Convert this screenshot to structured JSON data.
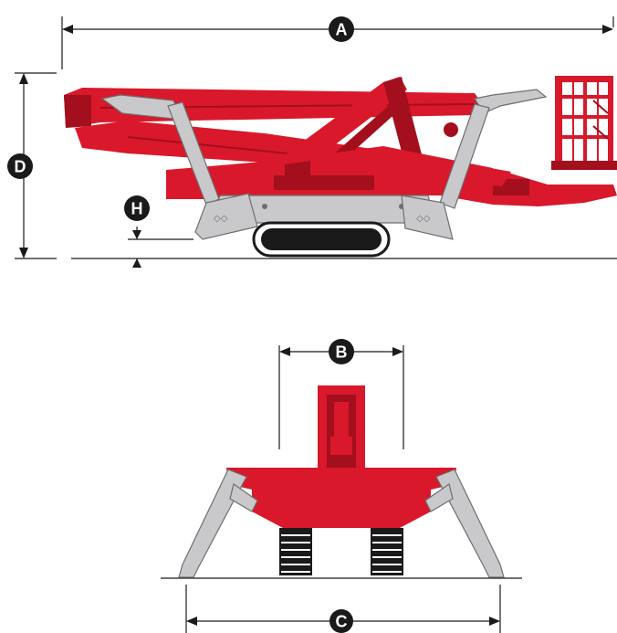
{
  "diagram": {
    "colors": {
      "body_red": "#d9182b",
      "dark_red": "#a30f1d",
      "gray_leg": "#c9c9cb",
      "gray_dark": "#6e6e70",
      "line": "#1a1a1a",
      "badge_fill": "#1a1a1a",
      "badge_text": "#ffffff"
    },
    "dimensions": {
      "overall_length": {
        "label": "A"
      },
      "outrigger_span_front": {
        "label": "B"
      },
      "outrigger_span_ground": {
        "label": "C"
      },
      "stowed_height": {
        "label": "D"
      },
      "ground_clearance": {
        "label": "H"
      }
    }
  }
}
